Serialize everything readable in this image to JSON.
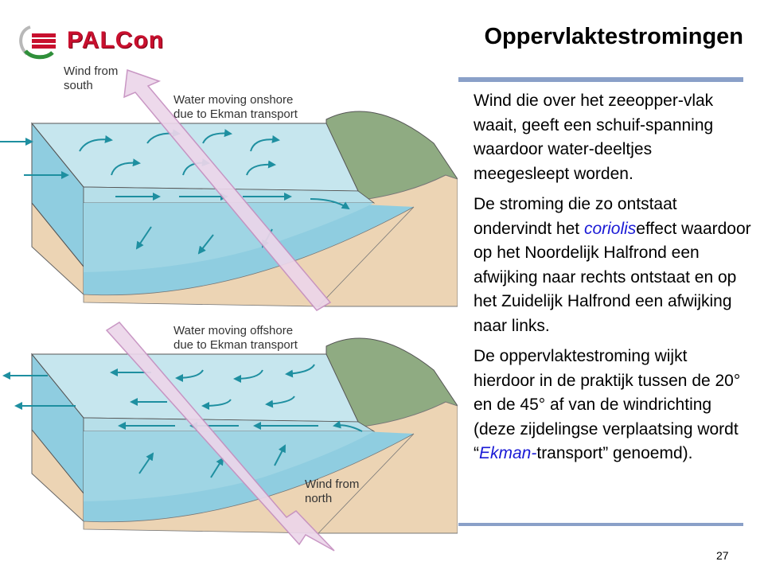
{
  "logo": {
    "text": "PALCon"
  },
  "title": "Oppervlaktestromingen",
  "figure": {
    "top_panel": {
      "wind_label_line1": "Wind from",
      "wind_label_line2": "south",
      "caption_line1": "Water moving onshore",
      "caption_line2": "due to Ekman transport"
    },
    "bottom_panel": {
      "wind_label_line1": "Wind from",
      "wind_label_line2": "north",
      "caption_line1": "Water moving offshore",
      "caption_line2": "due to Ekman transport"
    }
  },
  "body": {
    "p1": "Wind die over het zeeopper-vlak waait, geeft een schuif-spanning waardoor water-deeltjes meegesleept worden.",
    "p2_before": "De stroming die zo ontstaat ondervindt het ",
    "p2_em": "coriolis",
    "p2_after": "effect waardoor op het Noordelijk Halfrond een afwijking naar rechts ontstaat en op het Zuidelijk Halfrond een afwijking naar links.",
    "p3_before": "De oppervlaktestroming wijkt hierdoor in de praktijk tussen de 20° en de 45° af van de windrichting (deze zijdelingse verplaatsing wordt “",
    "p3_em": "Ekman-",
    "p3_after": "transport” genoemd)."
  },
  "page_number": "27",
  "colors": {
    "water_top": "#c6e6ee",
    "water_front": "#8fcde0",
    "sand": "#ecd4b4",
    "land_green": "#8fab82",
    "arrow_teal": "#1e8fa0",
    "wind_arrow_fill": "#ecd6ea",
    "wind_arrow_stroke": "#c58fc0",
    "rule": "#8aa0c8",
    "logo_red": "#c8102e",
    "emphasis_blue": "#1a1ad6"
  }
}
